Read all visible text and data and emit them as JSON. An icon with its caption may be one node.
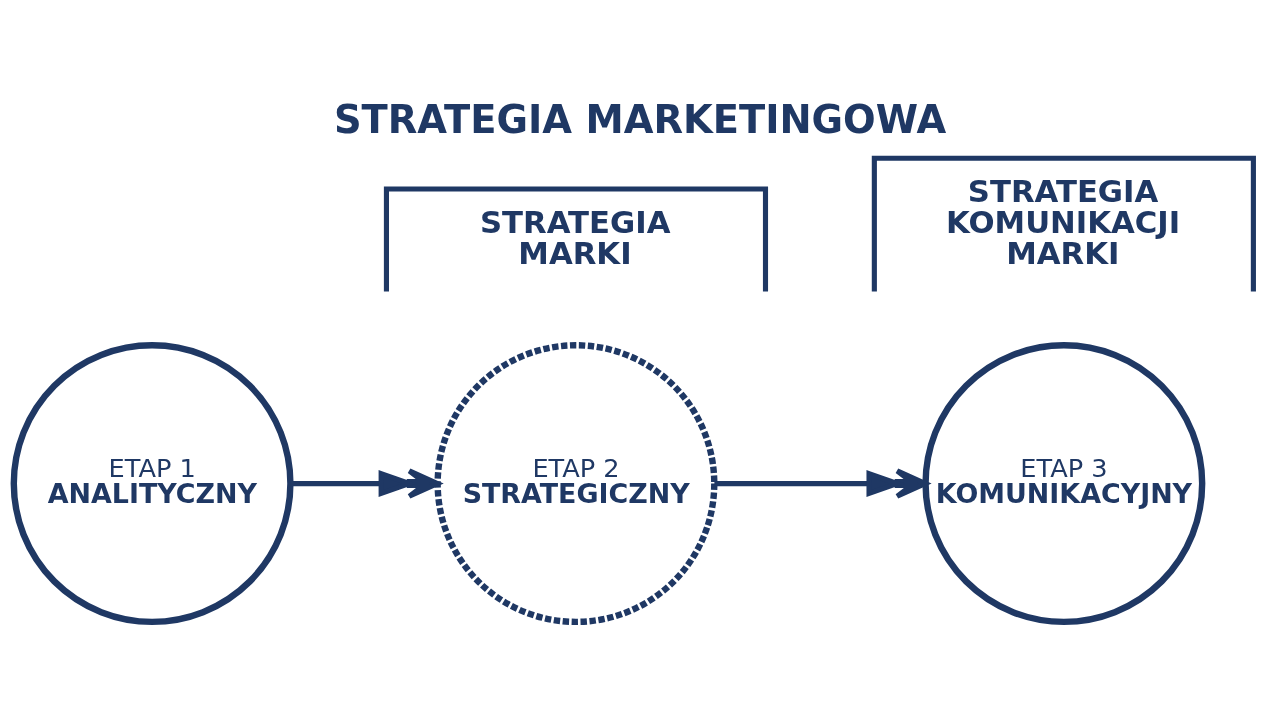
{
  "diagram": {
    "title": "STRATEGIA MARKETINGOWA",
    "nodes": [
      {
        "text": [
          "ETAP 1",
          "ANALITYCZNY"
        ]
      },
      {
        "text": [
          "ETAP 2",
          "STRATEGICZNY"
        ]
      },
      {
        "text": [
          "ETAP 3",
          "KOMUNIKACYJNY"
        ]
      }
    ],
    "edges": [
      {
        "from": 0,
        "to": 1,
        "arrow": "to"
      },
      {
        "from": 1,
        "to": 2,
        "arrow": "to"
      }
    ],
    "labels": [
      "STRATEGIA MARKI",
      "STRATEGIA KOMUNIKACJI MARKI"
    ]
  }
}
